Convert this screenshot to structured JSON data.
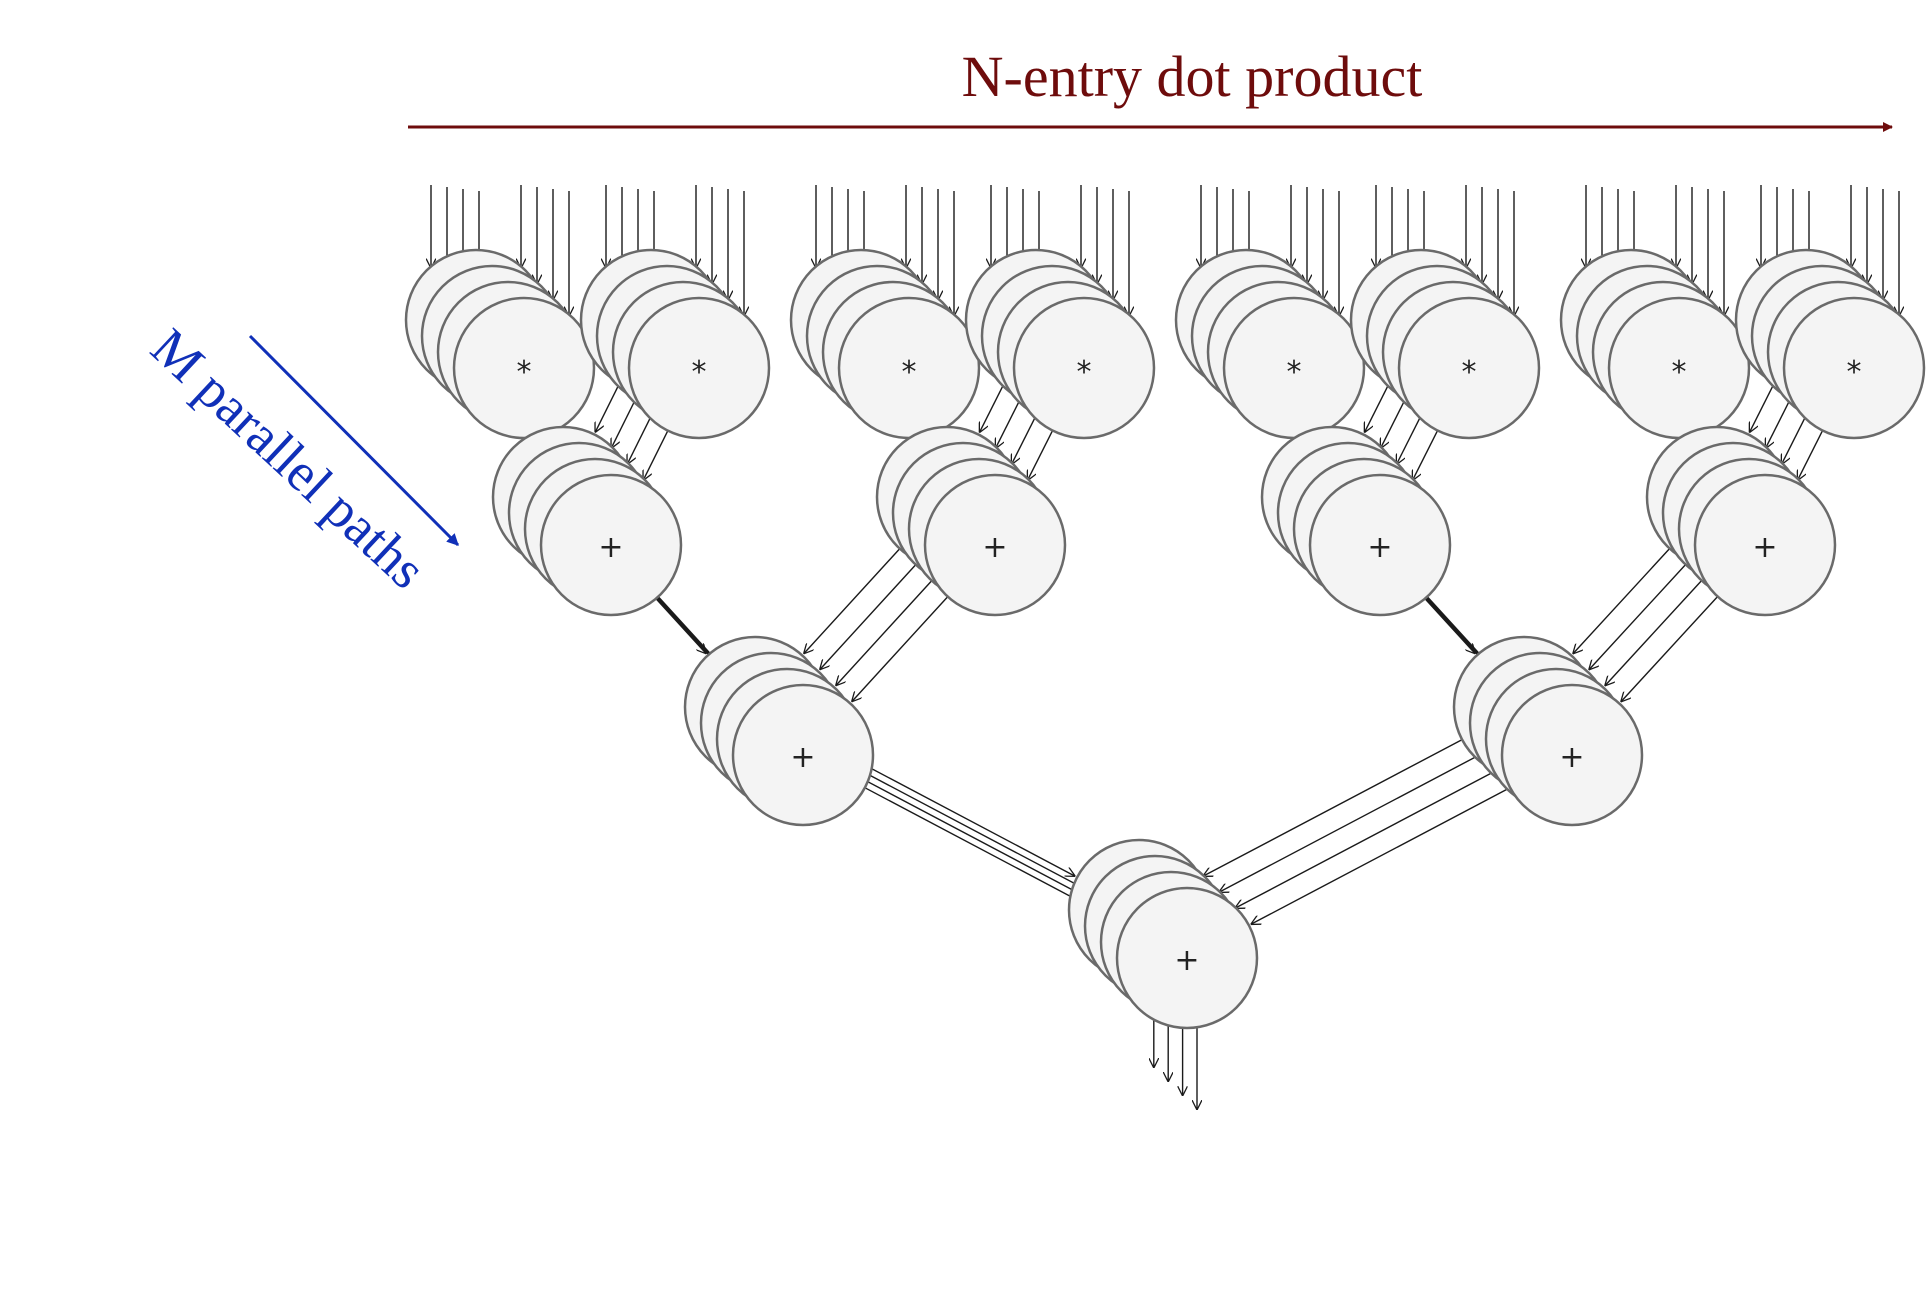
{
  "diagram": {
    "title": "N-entry dot product",
    "side_label": "M parallel paths",
    "colors": {
      "title": "#6e0c0c",
      "side_label": "#1030b8",
      "node_fill": "#f4f4f4",
      "node_stroke": "#6a6a6a",
      "edge": "#1a1a1a",
      "background": "#ffffff"
    },
    "multiply_symbol": "*",
    "add_symbol": "+",
    "levels": [
      {
        "name": "multiply",
        "count": 8
      },
      {
        "name": "add-level-1",
        "count": 4
      },
      {
        "name": "add-level-2",
        "count": 2
      },
      {
        "name": "add-level-3",
        "count": 1
      }
    ],
    "parallel_copies": 4
  }
}
